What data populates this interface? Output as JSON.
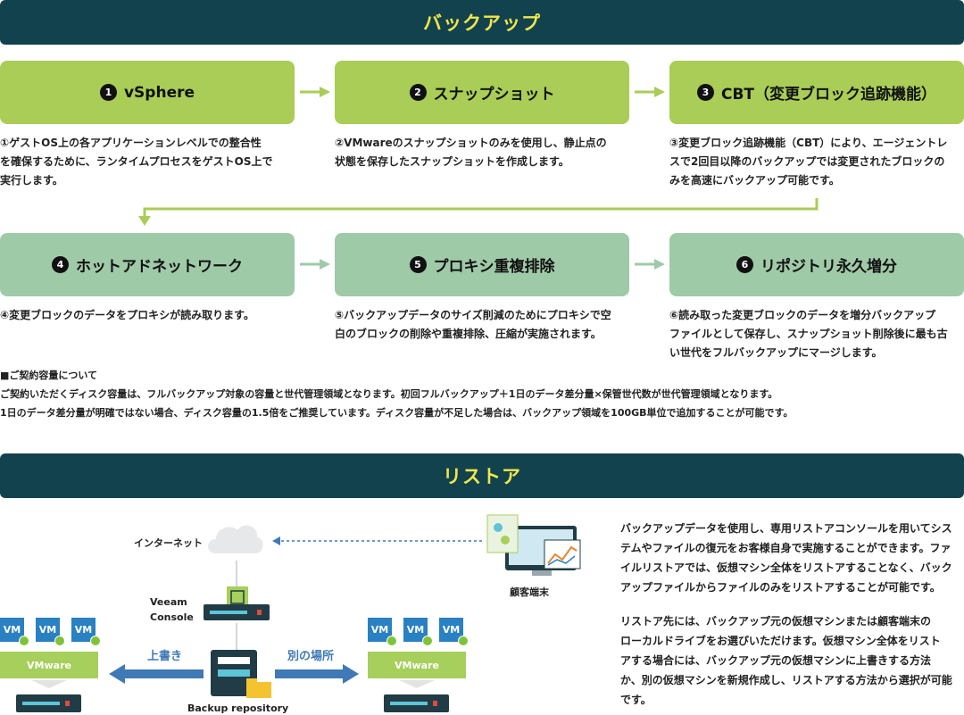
{
  "backup": {
    "title": "バックアップ",
    "steps": [
      {
        "num": "1",
        "label": "vSphere",
        "desc": [
          "①ゲストOS上の各アプリケーションレベルでの整合性",
          "を確保するために、ランタイムプロセスをゲストOS上で",
          "実行します。"
        ]
      },
      {
        "num": "2",
        "label": "スナップショット",
        "desc": [
          "②VMwareのスナップショットのみを使用し、静止点の",
          "状態を保存したスナップショットを作成します。"
        ]
      },
      {
        "num": "3",
        "label": "CBT（変更ブロック追跡機能）",
        "desc": [
          "③変更ブロック追跡機能（CBT）により、エージェントレ",
          "スで2回目以降のバックアップでは変更されたブロックの",
          "みを高速にバックアップ可能です。"
        ]
      },
      {
        "num": "4",
        "label": "ホットアドネットワーク",
        "desc": [
          "④変更ブロックのデータをプロキシが読み取ります。"
        ]
      },
      {
        "num": "5",
        "label": "プロキシ重複排除",
        "desc": [
          "⑤バックアップデータのサイズ削減のためにプロキシで空",
          "白のブロックの削除や重複排除、圧縮が実施されます。"
        ]
      },
      {
        "num": "6",
        "label": "リポジトリ永久増分",
        "desc": [
          "⑥読み取った変更ブロックのデータを増分バックアップ",
          "ファイルとして保存し、スナップショット削除後に最も古",
          "い世代をフルバックアップにマージします。"
        ]
      }
    ],
    "note": {
      "heading": "■ご契約容量について",
      "line1": "ご契約いただくディスク容量は、フルバックアップ対象の容量と世代管理領域となります。初回フルバックアップ＋1日のデータ差分量×保管世代数が世代管理領域となります。",
      "line2": "1日のデータ差分量が明確ではない場合、ディスク容量の1.5倍をご推奨しています。ディスク容量が不足した場合は、バックアップ領域を100GB単位で追加することが可能です。"
    }
  },
  "restore": {
    "title": "リストア",
    "diagram": {
      "internet": "インターネット",
      "client": "顧客端末",
      "veeam_line1": "Veeam",
      "veeam_line2": "Console",
      "overwrite": "上書き",
      "other_location": "別の場所",
      "repository": "Backup repository",
      "vm": "VM",
      "vmware": "VMware"
    },
    "para1": [
      "バックアップデータを使用し、専用リストアコンソールを用いてシス",
      "テムやファイルの復元をお客様自身で実施することができます。ファ",
      "イルリストアでは、仮想マシン全体をリストアすることなく、バック",
      "アップファイルからファイルのみをリストアすることが可能です。"
    ],
    "para2": [
      "リストア先には、バックアップ元の仮想マシンまたは顧客端末の",
      "ローカルドライブをお選びいただけます。仮想マシン全体をリスト",
      "アする場合には、バックアップ元の仮想マシンに上書きする方法",
      "か、別の仮想マシンを新規作成し、リストアする方法から選択が可能",
      "です。"
    ]
  },
  "colors": {
    "banner_bg": "#13424f",
    "banner_text": "#f0e64b",
    "lime": "#a9cd56",
    "sage": "#9fcaa8",
    "vm_blue": "#2980c3",
    "arrow_blue": "#3f79b6"
  }
}
